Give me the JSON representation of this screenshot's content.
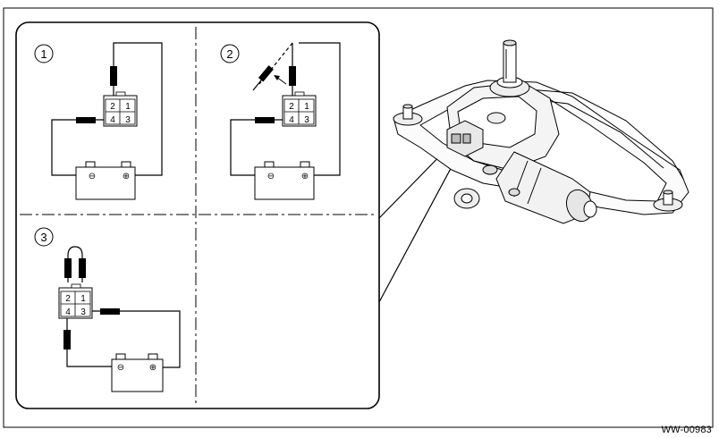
{
  "figure_code": "WW-00983",
  "steps": [
    {
      "number": "1",
      "connector_pins": [
        "2",
        "1",
        "4",
        "3"
      ]
    },
    {
      "number": "2",
      "connector_pins": [
        "2",
        "1",
        "4",
        "3"
      ]
    },
    {
      "number": "3",
      "connector_pins": [
        "2",
        "1",
        "4",
        "3"
      ]
    }
  ],
  "battery": {
    "negative": "⊖",
    "positive": "⊕"
  }
}
